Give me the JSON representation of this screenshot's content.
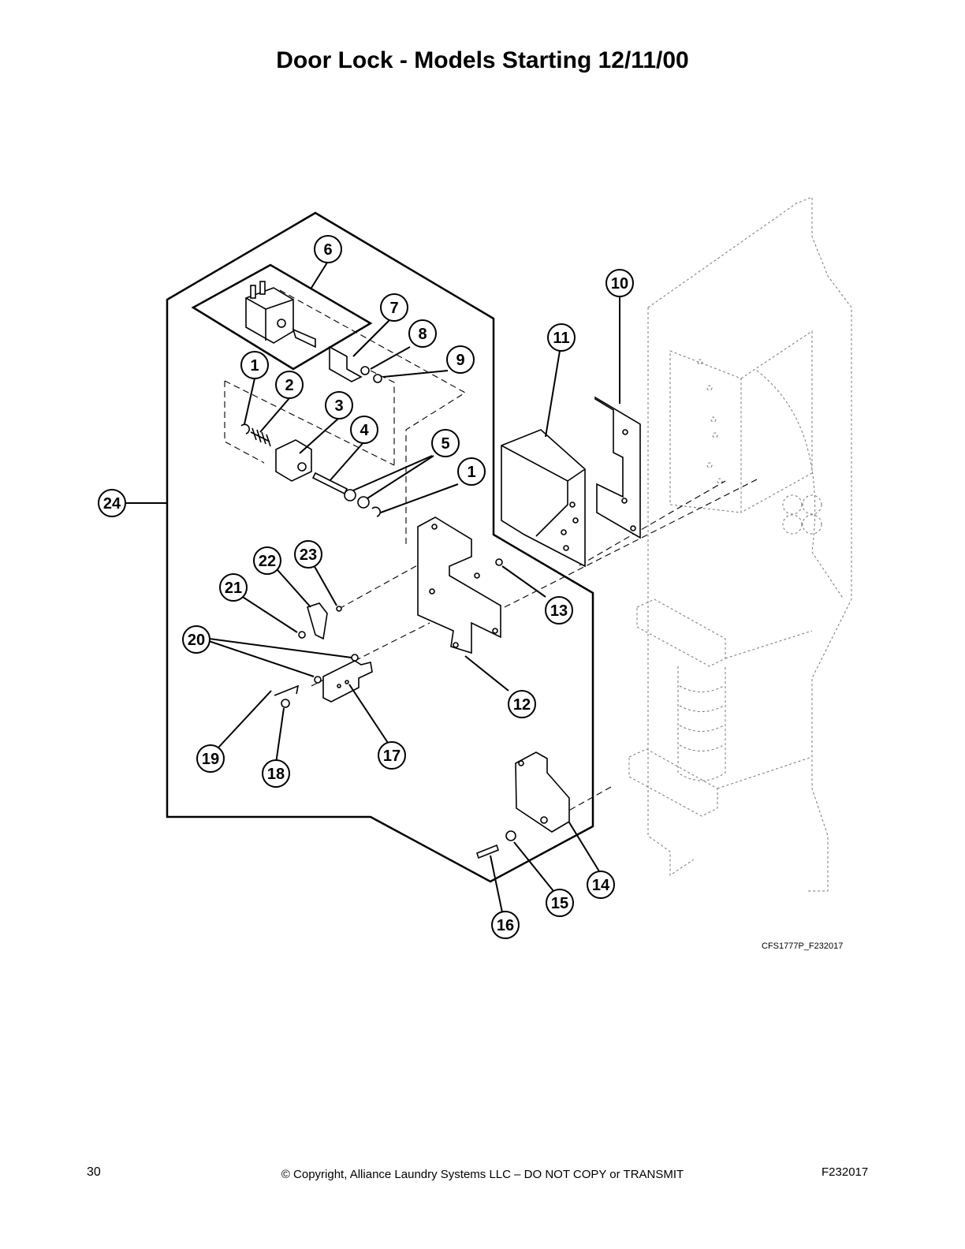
{
  "title": "Door Lock - Models Starting 12/11/00",
  "callouts": [
    "1",
    "2",
    "3",
    "4",
    "5",
    "1",
    "6",
    "7",
    "8",
    "9",
    "10",
    "11",
    "12",
    "13",
    "14",
    "15",
    "16",
    "17",
    "18",
    "19",
    "20",
    "21",
    "22",
    "23",
    "24"
  ],
  "figure_ref": "CFS1777P_F232017",
  "footer": {
    "page_number": "30",
    "copyright": "© Copyright, Alliance Laundry Systems LLC – DO NOT COPY or TRANSMIT",
    "doc_id": "F232017"
  }
}
